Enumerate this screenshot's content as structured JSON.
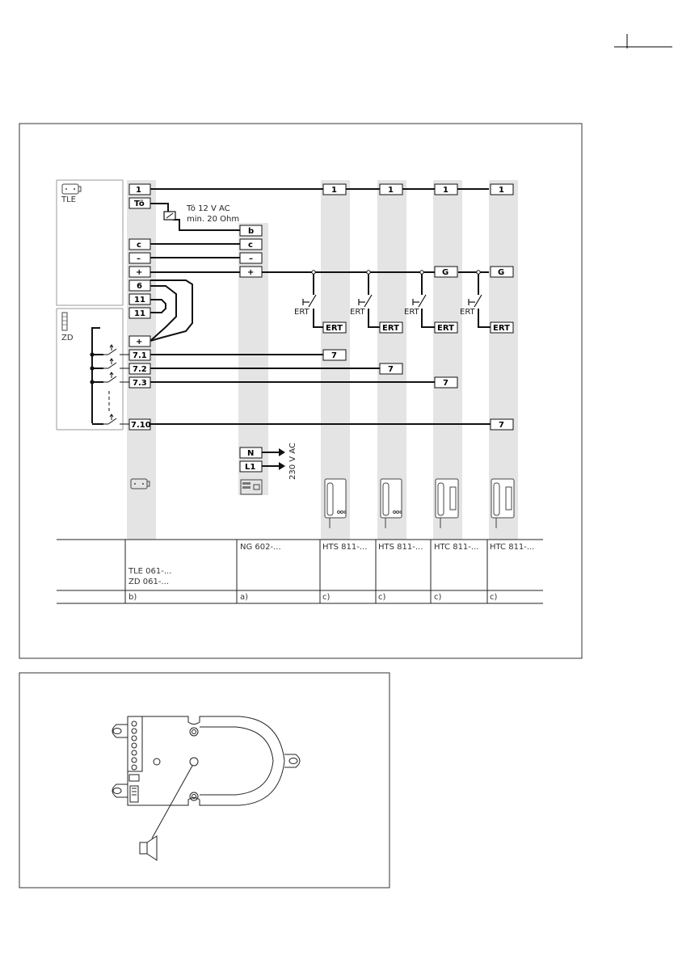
{
  "top_diagram": {
    "tle_label": "TLE",
    "zd_label": "ZD",
    "tle_terminals": [
      "1",
      "Tö",
      "c",
      "–",
      "+",
      "6",
      "11",
      "11",
      "+",
      "7.1",
      "7.2",
      "7.3",
      "7.10"
    ],
    "ng_terminals": [
      "b",
      "c",
      "–",
      "+",
      "N",
      "L1"
    ],
    "to_note_line1": "Tö 12 V AC",
    "to_note_line2": "min. 20 Ohm",
    "mains_label": "230 V AC",
    "ert_label": "ERT",
    "handset_terminals": {
      "h1": [
        "1",
        "ERT",
        "7"
      ],
      "h2": [
        "1",
        "ERT",
        "7"
      ],
      "h3": [
        "1",
        "G",
        "ERT",
        "7"
      ],
      "h4": [
        "1",
        "G",
        "ERT",
        "7"
      ]
    },
    "models": {
      "tle": "TLE 061-...",
      "zd": "ZD 061-...",
      "ng": "NG 602-...",
      "h1": "HTS 811-...",
      "h2": "HTS 811-...",
      "h3": "HTC 811-...",
      "h4": "HTC 811-..."
    },
    "letters": {
      "tle": "b)",
      "ng": "a)",
      "h1": "c)",
      "h2": "c)",
      "h3": "c)",
      "h4": "c)"
    }
  },
  "colors": {
    "column_shade": "#e4e4e4",
    "wire": "#111111",
    "frame": "#333333"
  }
}
